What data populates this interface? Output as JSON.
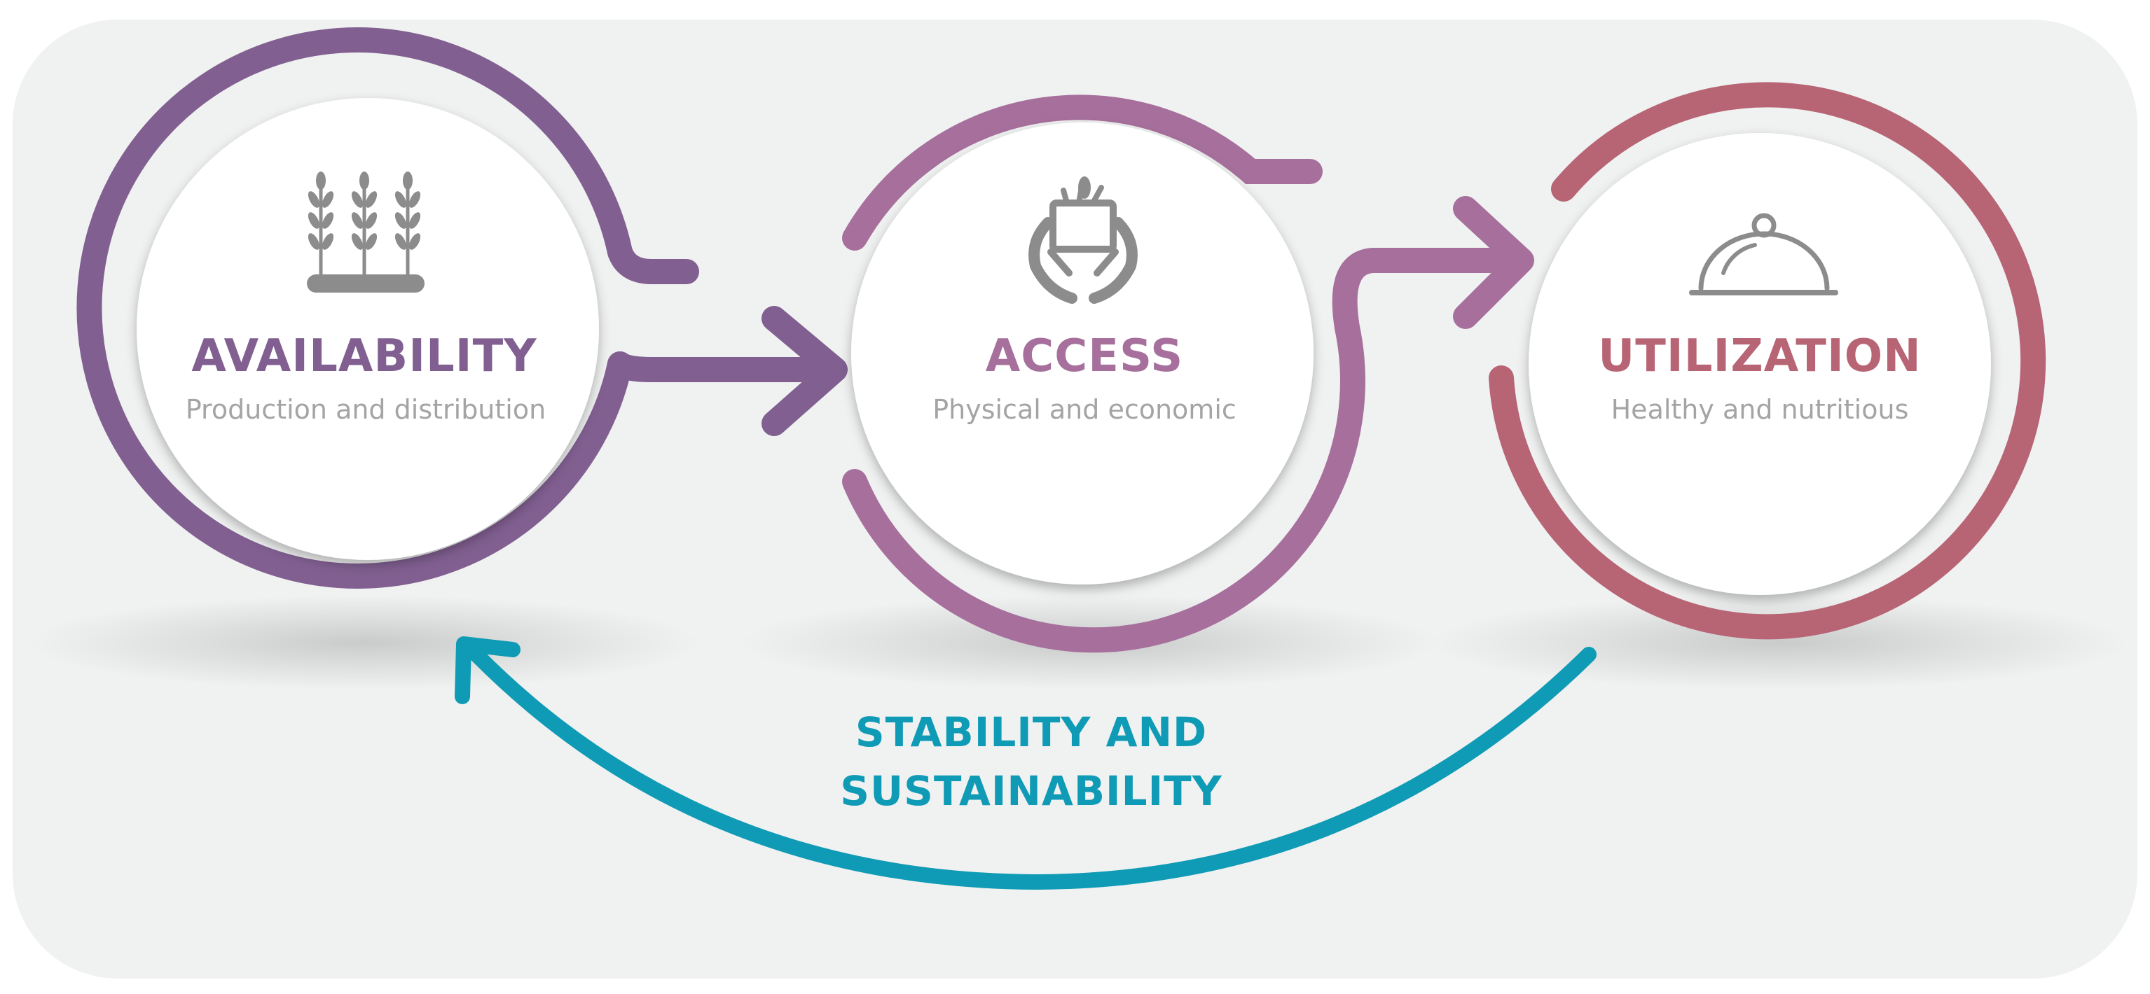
{
  "colors": {
    "availability": "#815f91",
    "access": "#a66f9c",
    "utilization": "#b76474",
    "stability": "#0f9bb5",
    "panel": "#f0f1f1",
    "icon": "#8c8c8c",
    "subtitle": "#a4a4a4"
  },
  "stages": [
    {
      "title": "AVAILABILITY",
      "subtitle": "Production and distribution",
      "icon": "wheat-icon"
    },
    {
      "title": "ACCESS",
      "subtitle": "Physical and economic",
      "icon": "hands-holding-food-box-icon"
    },
    {
      "title": "UTILIZATION",
      "subtitle": "Healthy and nutritious",
      "icon": "food-cloche-icon"
    }
  ],
  "cycle": {
    "label_line1": "STABILITY AND",
    "label_line2": "SUSTAINABILITY"
  }
}
